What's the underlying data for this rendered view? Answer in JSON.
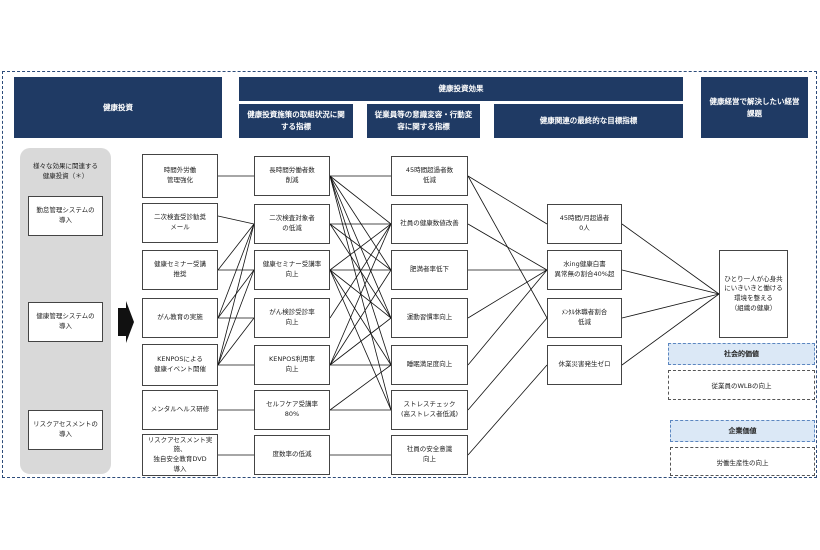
{
  "headers": {
    "investment": "健康投資",
    "effect": "健康投資効果",
    "initiatives": "健康投資施策の取組状況に関\nする指標",
    "awareness": "従業員等の意識変容・行動変\n容に関する指標",
    "final": "健康関連の最終的な目標指標",
    "issues": "健康経営で解決したい経営\n課題"
  },
  "panel_title": "様々な効果に関連する\n健康投資（＊）",
  "investments": [
    "勤怠管理システムの\n導入",
    "健康管理システムの\n導入",
    "リスクアセスメントの\n導入"
  ],
  "col1": [
    "時間外労働\n管理強化",
    "二次検査受診勧奨\nメール",
    "健康セミナー受講\n推奨",
    "がん教育の実施",
    "KENPOSによる\n健康イベント開催",
    "メンタルヘルス研修",
    "リスクアセスメント実施、\n独自安全教育DVD\n導入"
  ],
  "col2": [
    "長時間労働者数\n削減",
    "二次検査対象者\nの低減",
    "健康セミナー受講率\n向上",
    "がん検診受診率\n向上",
    "KENPOS利用率\n向上",
    "セルフケア受講率\n80%",
    "度数率の低減"
  ],
  "col3": [
    "45時間超過者数\n低減",
    "社員の健康数値改善",
    "肥満者率低下",
    "運動習慣率向上",
    "睡眠満足度向上",
    "ストレスチェック\n(高ストレス者低減)",
    "社員の安全意識\n向上"
  ],
  "col4": [
    "45時間/月超過者\n0人",
    "水ing健康白書\n異常無の割合40%超",
    "ﾒﾝﾀﾙ休職者割合\n低減",
    "休業災害発生ゼロ"
  ],
  "goal": "ひとり一人が心身共\nにいきいきと働ける\n環境を整える\n（組織の健康）",
  "social_value": {
    "title": "社会的価値",
    "item": "従業員のWLBの向上"
  },
  "corporate_value": {
    "title": "企業価値",
    "item": "労働生産性の向上"
  },
  "colors": {
    "header": "#1f3a64",
    "panel": "#d9d9d9",
    "value_header": "#dbe8f6",
    "line": "#111111"
  }
}
